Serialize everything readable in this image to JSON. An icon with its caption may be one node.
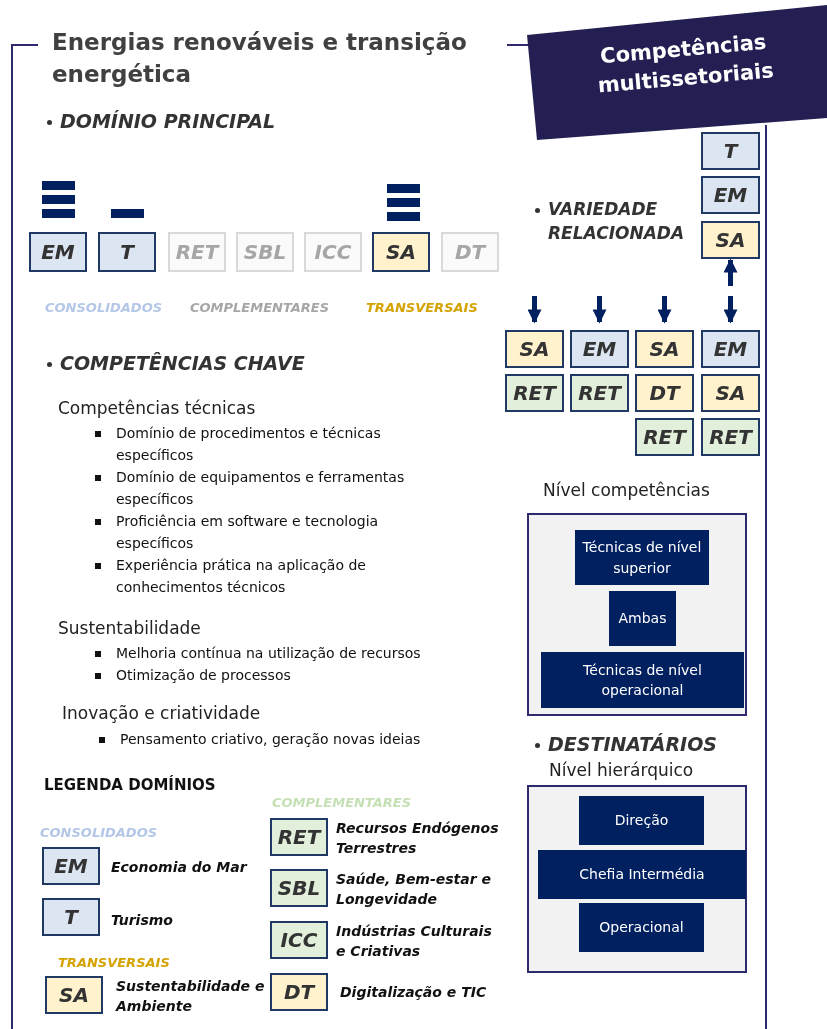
{
  "diagram": {
    "title": "Energias renováveis e transição energética",
    "nodes": [
      {
        "text": [
          "Competências multissetoriais"
        ]
      },
      {
        "text": [],
        "shape": "bar"
      },
      {
        "text": [],
        "shape": "bar"
      },
      {
        "text": [],
        "shape": "bar"
      },
      {
        "text": [],
        "shape": "bar"
      },
      {
        "text": [],
        "shape": "bar"
      },
      {
        "text": [],
        "shape": "bar"
      },
      {
        "text": [],
        "shape": "bar"
      },
      {
        "text": [
          "EM"
        ]
      },
      {
        "text": [
          "T"
        ]
      },
      {
        "text": [
          "RET"
        ]
      },
      {
        "text": [
          "SBL"
        ]
      },
      {
        "text": [
          "ICC"
        ]
      },
      {
        "text": [
          "SA"
        ]
      },
      {
        "text": [
          "DT"
        ]
      },
      {
        "text": [
          "T"
        ]
      },
      {
        "text": [
          "EM"
        ]
      },
      {
        "text": [
          "SA"
        ]
      },
      {
        "text": [
          "SA"
        ]
      },
      {
        "text": [
          "RET"
        ]
      },
      {
        "text": [
          "EM"
        ]
      },
      {
        "text": [
          "RET"
        ]
      },
      {
        "text": [
          "SA"
        ]
      },
      {
        "text": [
          "DT"
        ]
      },
      {
        "text": [
          "RET"
        ]
      },
      {
        "text": [
          "EM"
        ]
      },
      {
        "text": [
          "SA"
        ]
      },
      {
        "text": [
          "RET"
        ]
      },
      {
        "text": [],
        "shape": "box"
      },
      {
        "text": [
          "Técnicas de nível superior"
        ],
        "in": 28
      },
      {
        "text": [
          "Ambas"
        ],
        "in": 28
      },
      {
        "text": [
          "Técnicas de nível operacional"
        ],
        "in": 28
      },
      {
        "text": [],
        "shape": "box"
      },
      {
        "text": [
          "Direção"
        ],
        "in": 32
      },
      {
        "text": [
          "Chefia Intermédia"
        ],
        "in": 32
      },
      {
        "text": [
          "Operacional"
        ],
        "in": 32
      },
      {
        "text": [
          "EM"
        ],
        "beside": [
          "Economia do Mar"
        ]
      },
      {
        "text": [
          "T"
        ],
        "beside": [
          "Turismo"
        ]
      },
      {
        "text": [
          "SA"
        ],
        "beside": [
          "Sustentabilidade e Ambiente"
        ]
      },
      {
        "text": [
          "RET"
        ],
        "beside": [
          "Recursos Endógenos Terrestres"
        ]
      },
      {
        "text": [
          "SBL"
        ],
        "beside": [
          "Saúde, Bem-estar e Longevidade"
        ]
      },
      {
        "text": [
          "ICC"
        ],
        "beside": [
          "Indústrias Culturais e Criativas"
        ]
      },
      {
        "text": [
          "DT"
        ],
        "beside": [
          "Digitalização e TIC"
        ]
      }
    ],
    "edges": [
      {
        "from": null,
        "to": 18,
        "arrow": "to"
      },
      {
        "from": null,
        "to": 20,
        "arrow": "to"
      },
      {
        "from": null,
        "to": 22,
        "arrow": "to"
      },
      {
        "from": null,
        "to": 17,
        "arrow": "to"
      },
      {
        "from": null,
        "to": 25,
        "arrow": "to"
      }
    ],
    "labels": [
      "DOMÍNIO PRINCIPAL",
      "VARIEDADE RELACIONADA",
      "CONSOLIDADOS",
      "COMPLEMENTARES",
      "TRANSVERSAIS",
      "COMPETÊNCIAS CHAVE",
      "Competências técnicas",
      "Domínio de procedimentos e técnicas específicos",
      "Domínio de equipamentos e ferramentas específicos",
      "Proficiência em software e tecnologia específicos",
      "Experiência prática na aplicação de conhecimentos técnicos",
      "Nível competências",
      "Sustentabilidade",
      "Melhoria contínua na utilização de recursos",
      "Otimização de processos",
      "Inovação e criatividade",
      "Pensamento criativo, geração novas ideias",
      "DESTINATÁRIOS",
      "Nível hierárquico",
      "LEGENDA DOMÍNIOS",
      "COMPLEMENTARES",
      "CONSOLIDADOS",
      "TRANSVERSAIS"
    ]
  }
}
